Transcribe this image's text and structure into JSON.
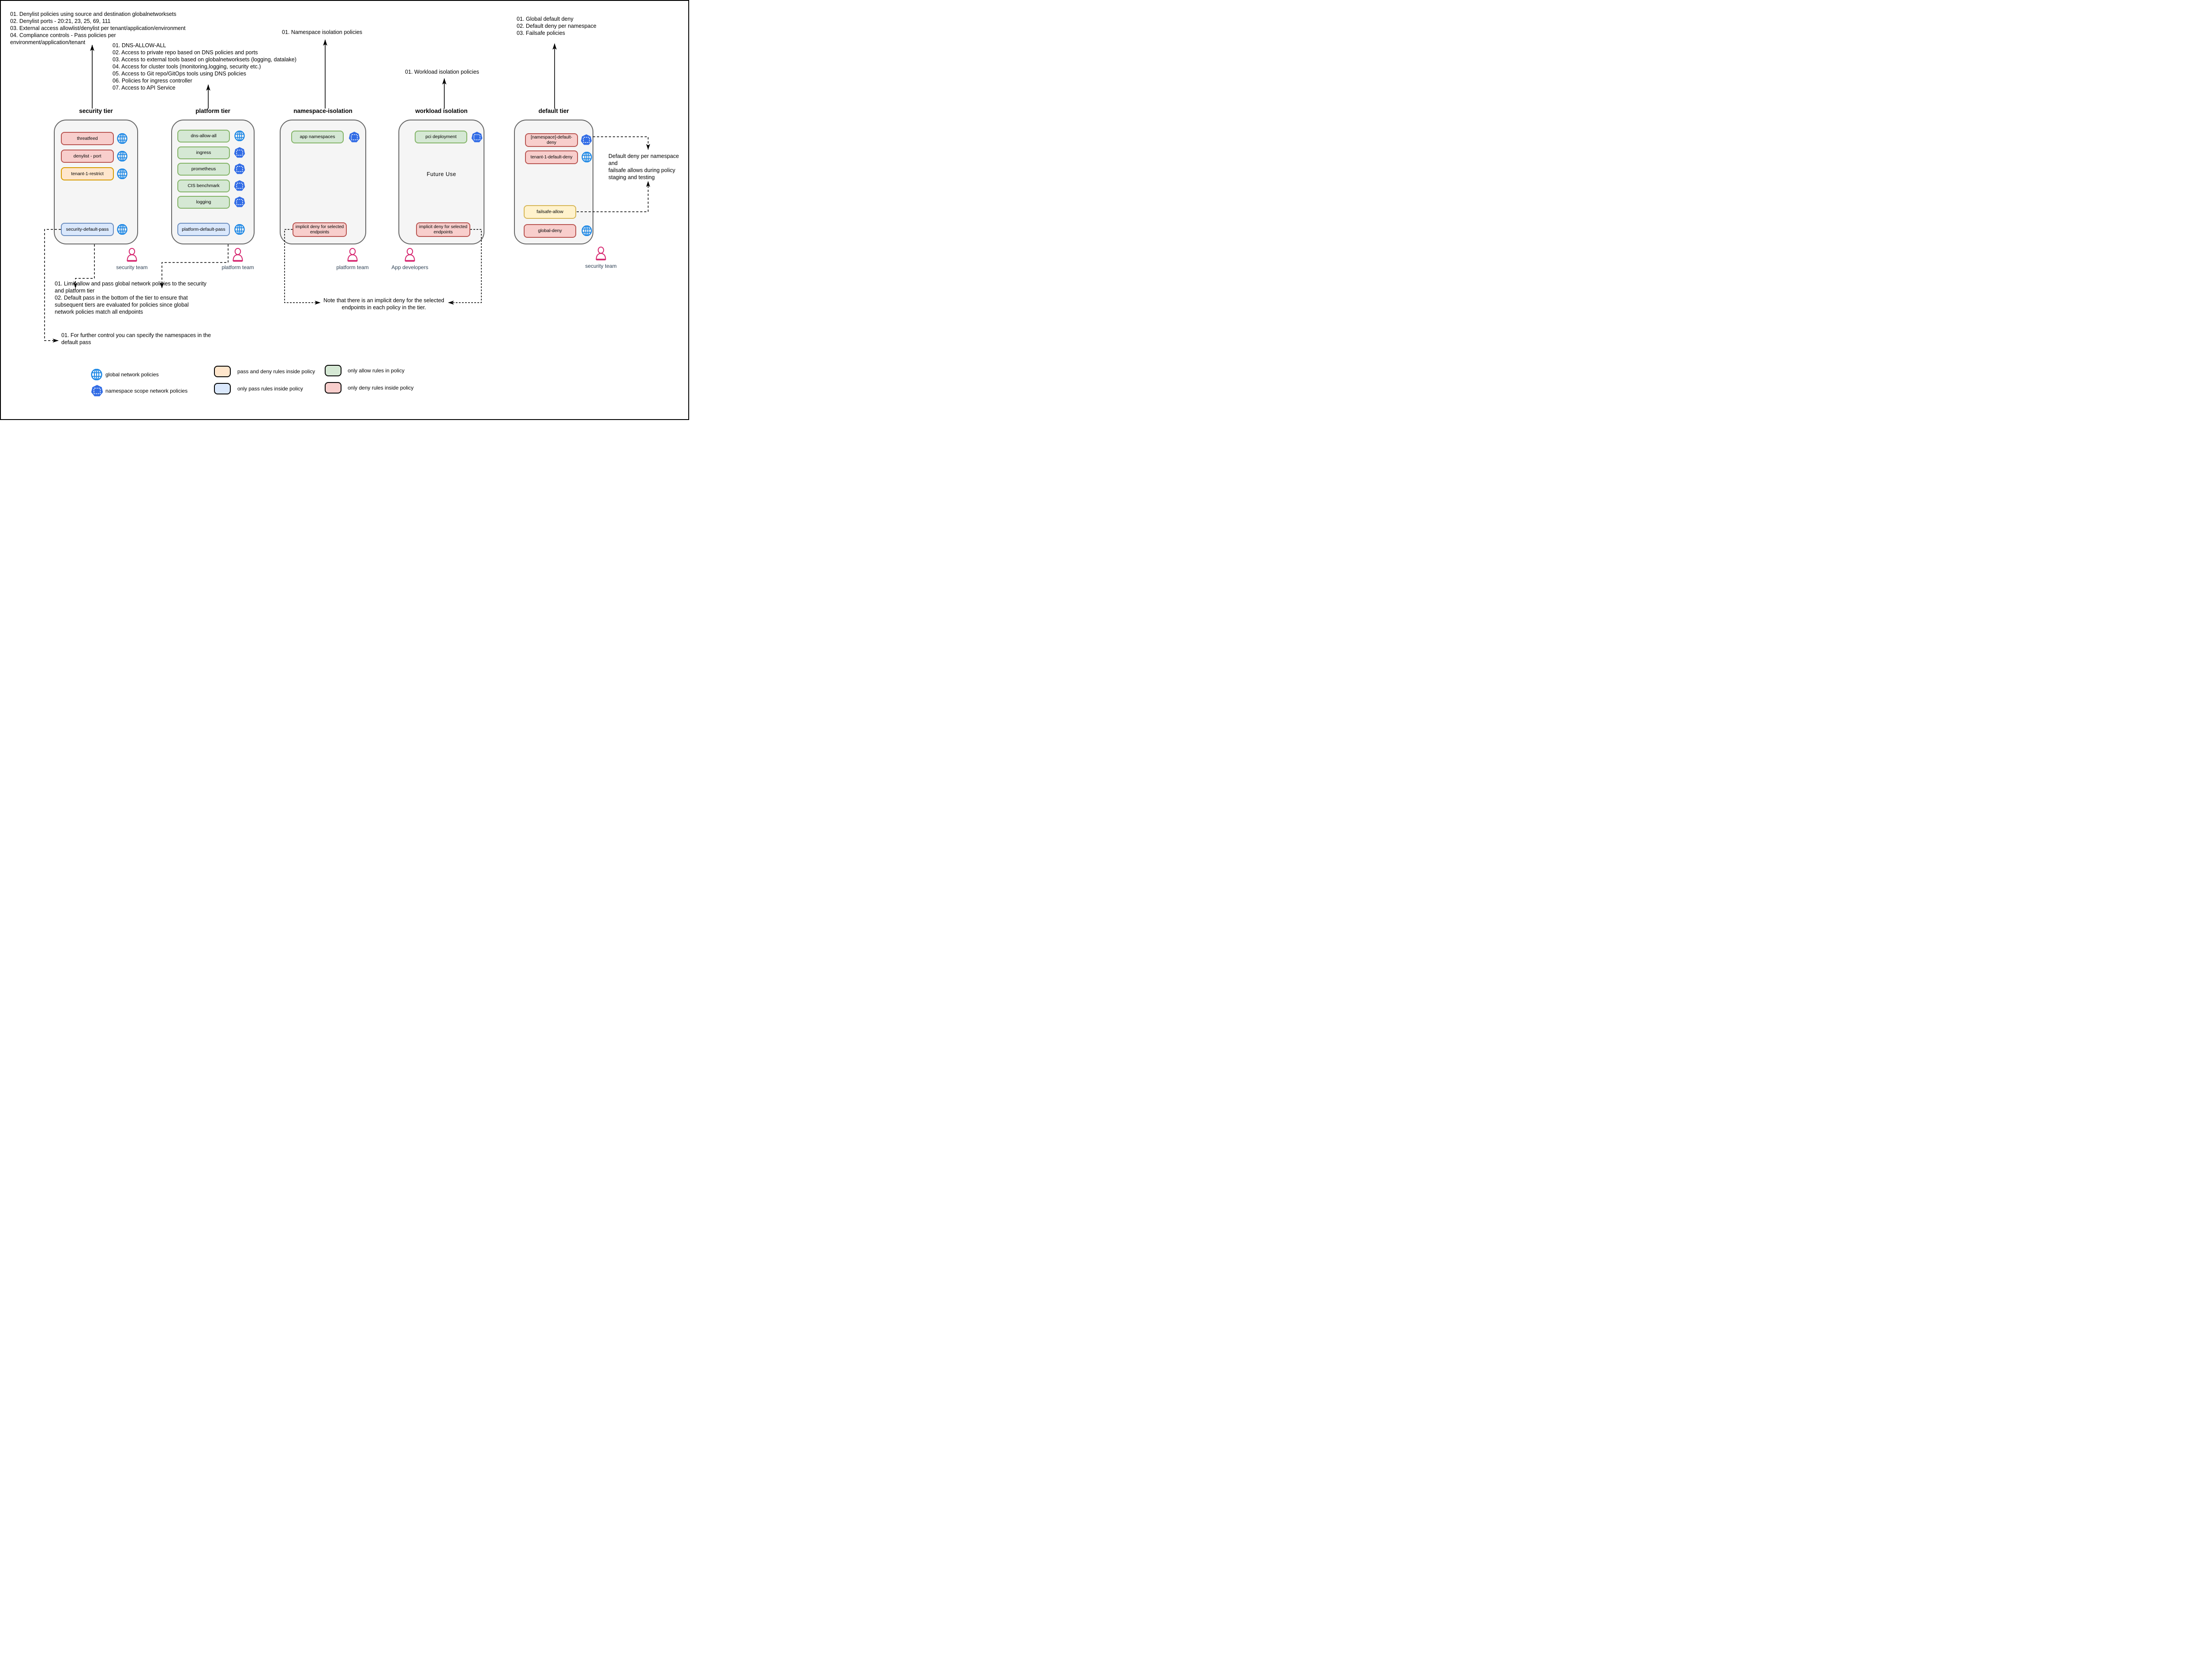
{
  "annotations": {
    "security_note": "01. Denylist policies using source and destination globalnetworksets\n02. Denylist ports - 20:21, 23, 25, 69, 111\n03. External access allowlist/denylist per tenant/application/environment\n04. Compliance controls - Pass policies per\nenvironment/application/tenant",
    "platform_note": "01. DNS-ALLOW-ALL\n02. Access to private repo based on DNS policies and ports\n03. Access to external tools based on globalnetworksets (logging, datalake)\n04. Access for cluster tools (monitoring,logging, security etc.)\n05. Access to Git repo/GitOps tools using DNS policies\n06. Policies for ingress controller\n07. Access to API Service",
    "namespace_note": "01. Namespace isolation policies",
    "workload_note": "01. Workload isolation policies",
    "default_note": "01. Global default deny\n02. Default deny per namespace\n03. Failsafe policies",
    "pass_note": "01. Limit allow and pass global network policies to the security\nand platform tier\n02. Default pass in the bottom of the tier to ensure that\nsubsequent tiers are evaluated for policies since global\nnetwork policies match all endpoints",
    "further_control_note": "01. For further control you can specify the namespaces in the\ndefault pass",
    "implicit_deny_note": "Note that there is an implicit deny for the selected\nendpoints in each policy in the tier.",
    "default_deny_note": "Default deny per namespace and\nfailsafe allows during policy\nstaging and testing"
  },
  "tiers": {
    "security": {
      "title": "security tier",
      "policies": [
        {
          "label": "threatfeed",
          "rules": "deny",
          "scope": "global"
        },
        {
          "label": "denylist - port",
          "rules": "deny",
          "scope": "global"
        },
        {
          "label": "tenant-1-restrict",
          "rules": "pass-and-deny",
          "scope": "global"
        },
        {
          "label": "security-default-pass",
          "rules": "pass",
          "scope": "global"
        }
      ]
    },
    "platform": {
      "title": "platform tier",
      "policies": [
        {
          "label": "dns-allow-all",
          "rules": "allow",
          "scope": "global"
        },
        {
          "label": "ingress",
          "rules": "allow",
          "scope": "namespace"
        },
        {
          "label": "prometheus",
          "rules": "allow",
          "scope": "namespace"
        },
        {
          "label": "CIS benchmark",
          "rules": "allow",
          "scope": "namespace"
        },
        {
          "label": "logging",
          "rules": "allow",
          "scope": "namespace"
        },
        {
          "label": "platform-default-pass",
          "rules": "pass",
          "scope": "global"
        }
      ]
    },
    "namespace_isolation": {
      "title": "namespace-isolation",
      "policies": [
        {
          "label": "app namespaces",
          "rules": "allow",
          "scope": "namespace"
        },
        {
          "label": "implicit deny for selected endpoints",
          "rules": "deny",
          "scope": ""
        }
      ]
    },
    "workload_isolation": {
      "title": "workload isolation",
      "center_label": "Future Use",
      "policies": [
        {
          "label": "pci deployment",
          "rules": "allow",
          "scope": "namespace"
        },
        {
          "label": "implicit deny for selected endpoints",
          "rules": "deny",
          "scope": ""
        }
      ]
    },
    "default": {
      "title": "default tier",
      "policies": [
        {
          "label": "[namespace]-default-deny",
          "rules": "deny",
          "scope": "namespace"
        },
        {
          "label": "tenant-1-default-deny",
          "rules": "deny",
          "scope": "global"
        },
        {
          "label": "failsafe-allow",
          "rules": "failsafe",
          "scope": ""
        },
        {
          "label": "global-deny",
          "rules": "deny",
          "scope": "global"
        }
      ]
    }
  },
  "teams": [
    {
      "label": "security team"
    },
    {
      "label": "platform team"
    },
    {
      "label": "platform team"
    },
    {
      "label": "App developers"
    },
    {
      "label": "security team"
    }
  ],
  "legend": {
    "items": [
      {
        "icon": "globe-icon",
        "label": "global network policies"
      },
      {
        "icon": "namespace-heptagon-icon",
        "label": "namespace scope network policies"
      },
      {
        "swatch": "orange",
        "label": "pass and deny rules inside policy"
      },
      {
        "swatch": "blue",
        "label": "only pass rules inside policy"
      },
      {
        "swatch": "green",
        "label": "only allow rules in policy"
      },
      {
        "swatch": "red",
        "label": "only deny rules inside policy"
      }
    ]
  },
  "colors": {
    "deny_fill": "#f8cecc",
    "deny_border": "#b85450",
    "allow_fill": "#d5e8d4",
    "allow_border": "#82b366",
    "pass_fill": "#dae8fc",
    "pass_border": "#6c8ebf",
    "pass_and_deny_fill": "#ffe6cc",
    "pass_and_deny_border": "#d79b00",
    "failsafe_fill": "#fff2cc",
    "failsafe_border": "#d6b656",
    "tier_fill": "#f5f5f5",
    "tier_border": "#666666",
    "global_policy_icon": "#1e88e5",
    "namespace_policy_icon": "#326ce5",
    "person_icon": "#d6246e"
  }
}
